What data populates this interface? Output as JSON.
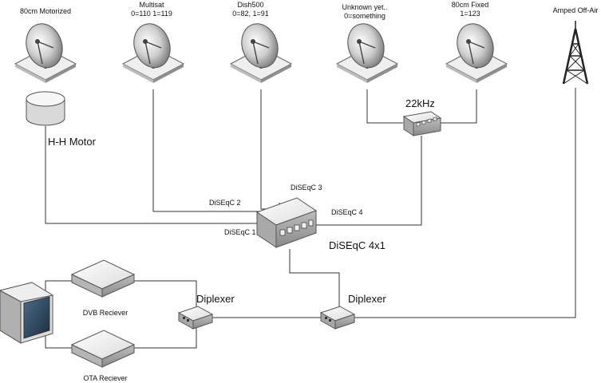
{
  "dishes": [
    {
      "lines": [
        "80cm Motorized"
      ]
    },
    {
      "lines": [
        "Multisat",
        "0=110 1=119"
      ]
    },
    {
      "lines": [
        "Dish500",
        "0=82, 1=91"
      ]
    },
    {
      "lines": [
        "Unknown yet..",
        "0=something"
      ]
    },
    {
      "lines": [
        "80cm Fixed",
        "1=123"
      ]
    }
  ],
  "antenna": {
    "label": "Amped Off-Air"
  },
  "motor": {
    "label": "H-H Motor"
  },
  "tone": {
    "label": "22kHz"
  },
  "switch": {
    "label": "DiSEqC 4x1"
  },
  "ports": {
    "p1": "DiSEqC 1",
    "p2": "DiSEqC 2",
    "p3": "DiSEqC 3",
    "p4": "DiSEqC 4"
  },
  "diplexer_left": {
    "label": "Diplexer"
  },
  "diplexer_right": {
    "label": "Diplexer"
  },
  "receivers": {
    "dvb": "DVB Reciever",
    "ota": "OTA Reciever"
  },
  "colors": {
    "dish_dark": "#5f5f5f",
    "dish_light": "#e8e8e8",
    "box_light": "#f2f2f2",
    "box_mid": "#d4d4d4",
    "box_dark": "#9a9a9a",
    "line": "#333333"
  }
}
